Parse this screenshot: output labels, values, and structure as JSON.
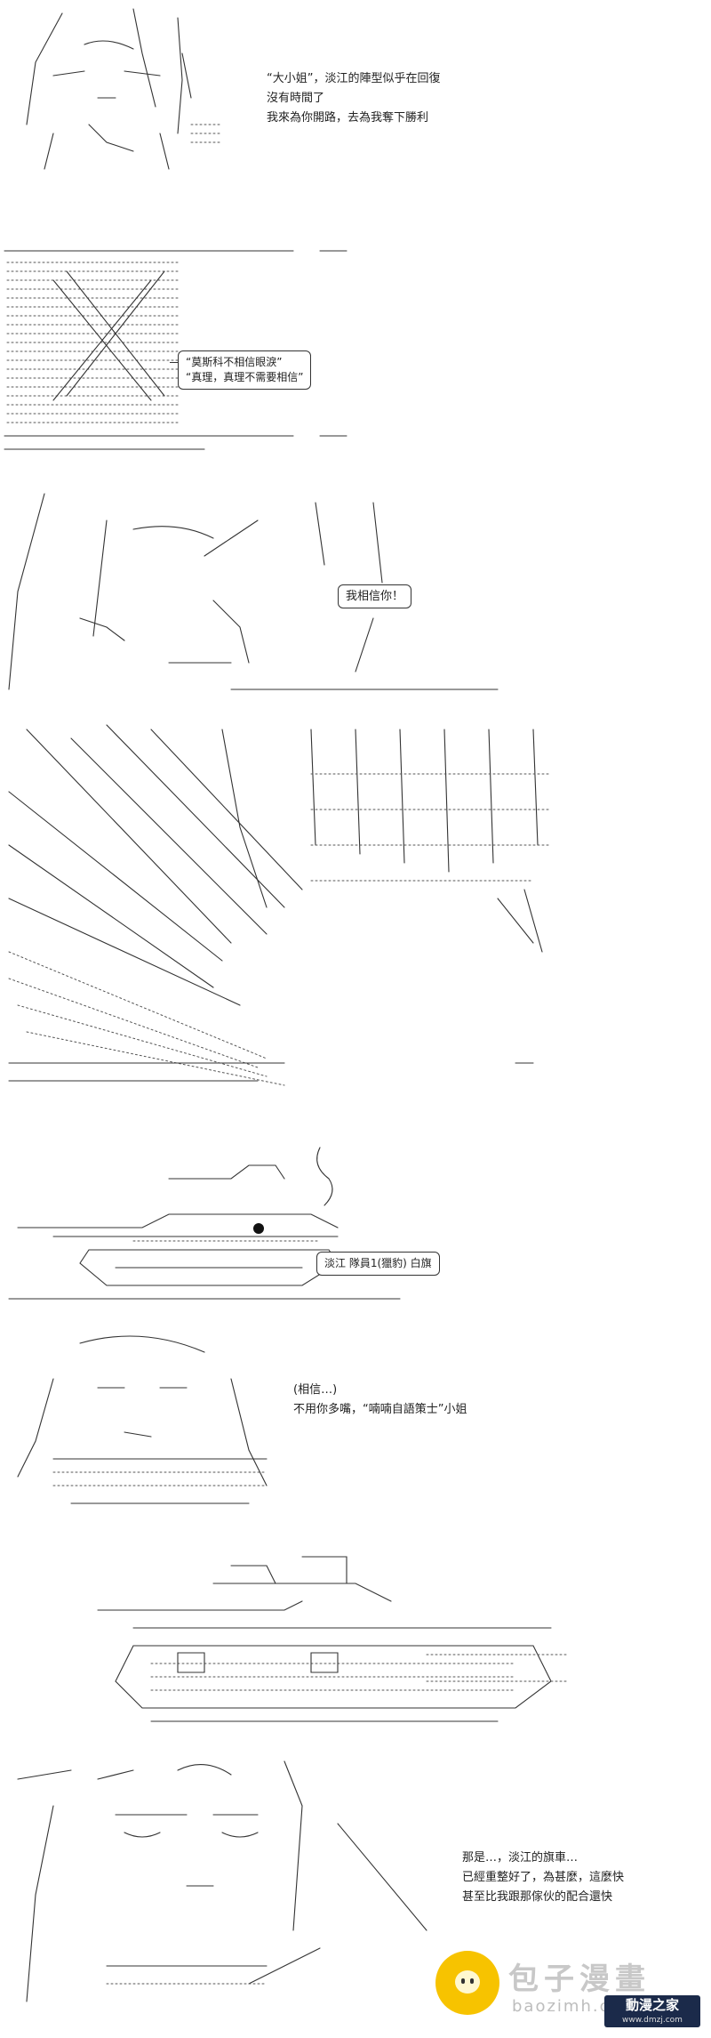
{
  "panel1": {
    "lines": [
      "“大小姐”，淡江的陣型似乎在回復",
      "沒有時間了",
      "我來為你開路，去為我奪下勝利"
    ]
  },
  "panel2": {
    "bubble_lines": [
      "“莫斯科不相信眼淚”",
      "“真理，真理不需要相信”"
    ]
  },
  "panel3": {
    "bubble": "我相信你！"
  },
  "panel5": {
    "label": "淡江 隊員1(獵豹) 白旗"
  },
  "panel6": {
    "lines": [
      "(相信…)",
      "不用你多嘴，“喃喃自語策士”小姐"
    ]
  },
  "panel8": {
    "lines": [
      "那是…，淡江的旗車…",
      "已經重整好了，為甚麼，這麼快",
      "甚至比我跟那傢伙的配合還快"
    ]
  },
  "watermark": {
    "title": "包子漫畫",
    "url": "baozimh.com",
    "badge_name": "動漫之家",
    "badge_url": "www.dmzj.com"
  }
}
